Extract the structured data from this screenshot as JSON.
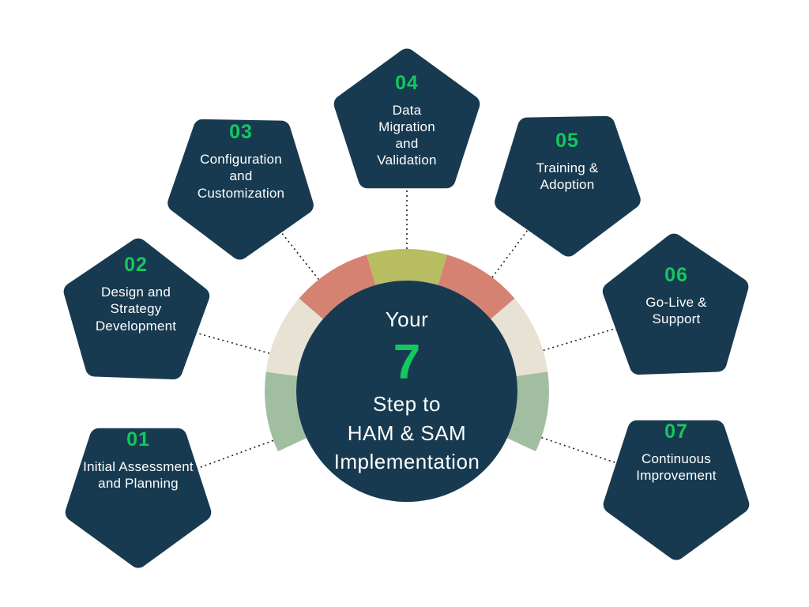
{
  "center": {
    "top_word": "Your",
    "number": "7",
    "line1": "Step to",
    "line2": "HAM & SAM",
    "line3": "Implementation"
  },
  "steps": [
    {
      "number": "01",
      "label": "Initial Assessment and Planning"
    },
    {
      "number": "02",
      "label": "Design and Strategy Development"
    },
    {
      "number": "03",
      "label": "Configuration and Customization"
    },
    {
      "number": "04",
      "label": "Data Migration and Validation"
    },
    {
      "number": "05",
      "label": "Training & Adoption"
    },
    {
      "number": "06",
      "label": "Go-Live & Support"
    },
    {
      "number": "07",
      "label": "Continuous Improvement"
    }
  ],
  "colors": {
    "navy": "#173A50",
    "accent_green": "#13C85C",
    "text_white": "#FFFFFF",
    "connector": "#1F1F1F",
    "background": "#FFFFFF",
    "ring": [
      "#A2BEA0",
      "#E7E2D4",
      "#D58273",
      "#B9BD62",
      "#D58273",
      "#E7E2D4",
      "#A2BEA0"
    ]
  }
}
